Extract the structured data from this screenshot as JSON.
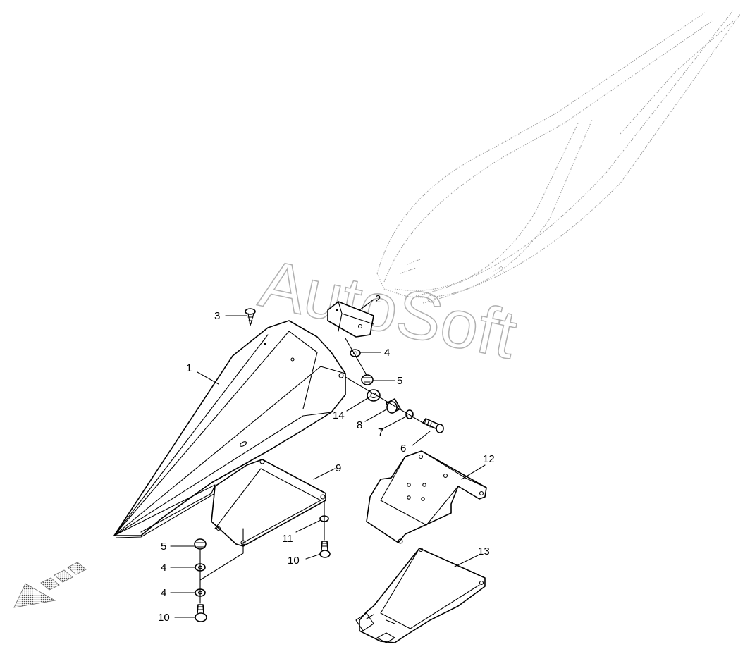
{
  "watermark": "AutoSoft",
  "callouts": [
    {
      "id": "c1",
      "text": "1"
    },
    {
      "id": "c2",
      "text": "2"
    },
    {
      "id": "c3",
      "text": "3"
    },
    {
      "id": "c4a",
      "text": "4"
    },
    {
      "id": "c5a",
      "text": "5"
    },
    {
      "id": "c14",
      "text": "14"
    },
    {
      "id": "c8",
      "text": "8"
    },
    {
      "id": "c7",
      "text": "7"
    },
    {
      "id": "c6",
      "text": "6"
    },
    {
      "id": "c9",
      "text": "9"
    },
    {
      "id": "c12",
      "text": "12"
    },
    {
      "id": "c11",
      "text": "11"
    },
    {
      "id": "c10a",
      "text": "10"
    },
    {
      "id": "c13",
      "text": "13"
    },
    {
      "id": "c5b",
      "text": "5"
    },
    {
      "id": "c4b",
      "text": "4"
    },
    {
      "id": "c4c",
      "text": "4"
    },
    {
      "id": "c10b",
      "text": "10"
    }
  ]
}
